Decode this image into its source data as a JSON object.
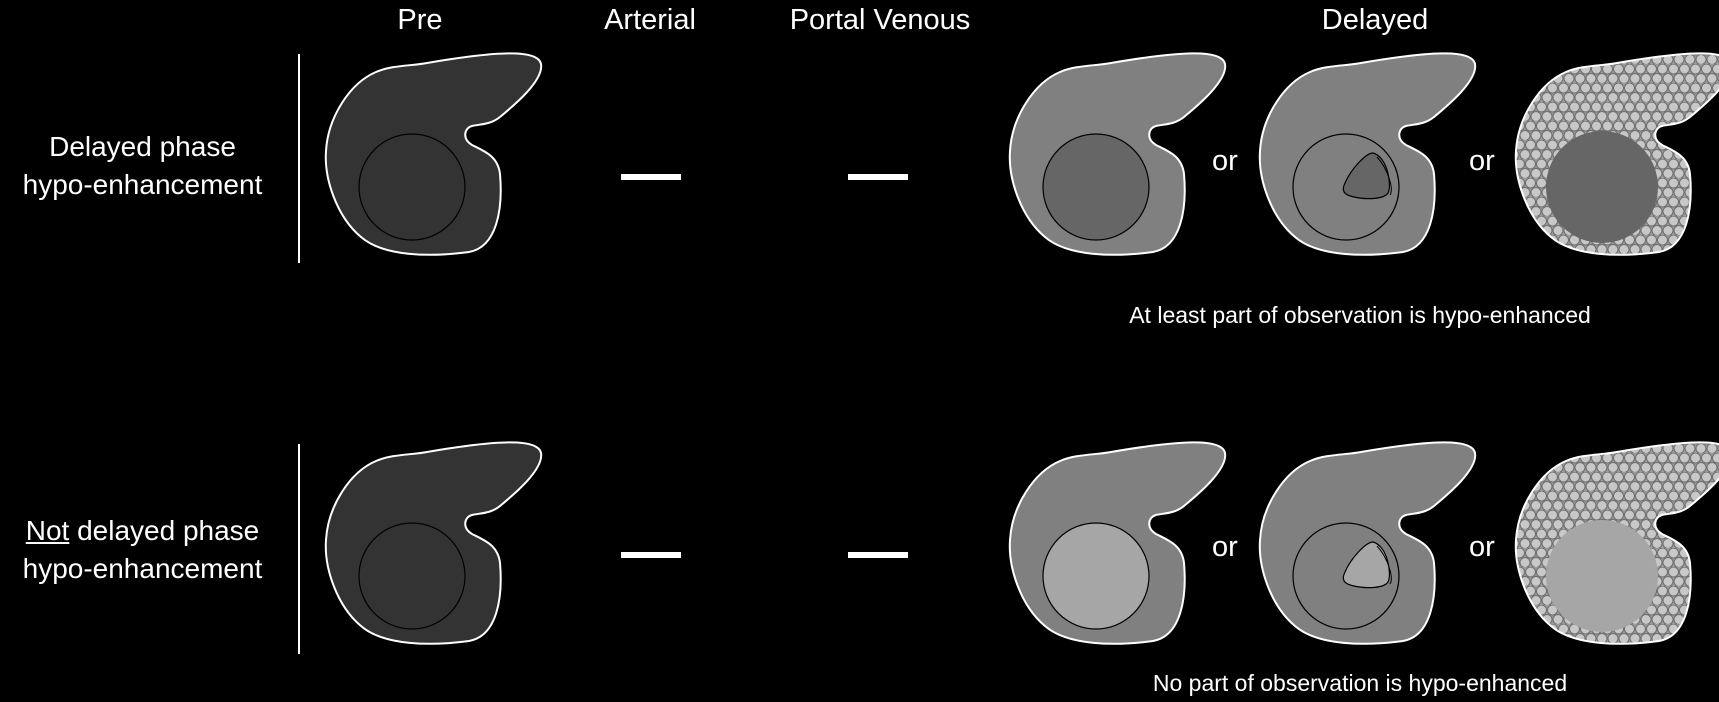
{
  "headers": {
    "pre": "Pre",
    "arterial": "Arterial",
    "portal_venous": "Portal Venous",
    "delayed": "Delayed"
  },
  "rows": [
    {
      "label_prefix": "",
      "label_line1": "Delayed phase",
      "label_line2": "hypo-enhancement",
      "arterial_value": "—",
      "portal_value": "—",
      "caption": "At least part of observation is hypo-enhanced",
      "or_label": "or",
      "delayed_observation_tone": "darker than liver"
    },
    {
      "label_prefix": "Not",
      "label_line1": " delayed phase",
      "label_line2": "hypo-enhancement",
      "arterial_value": "—",
      "portal_value": "—",
      "caption": "No part of observation is hypo-enhanced",
      "or_label": "or",
      "delayed_observation_tone": "lighter than liver"
    }
  ],
  "colors": {
    "background": "#000000",
    "pre_liver": "#333333",
    "delayed_liver": "#808080",
    "hypo_observation": "#666666",
    "non_hypo_observation": "#a6a6a6",
    "capsule_pattern": "#c8c8c8"
  }
}
